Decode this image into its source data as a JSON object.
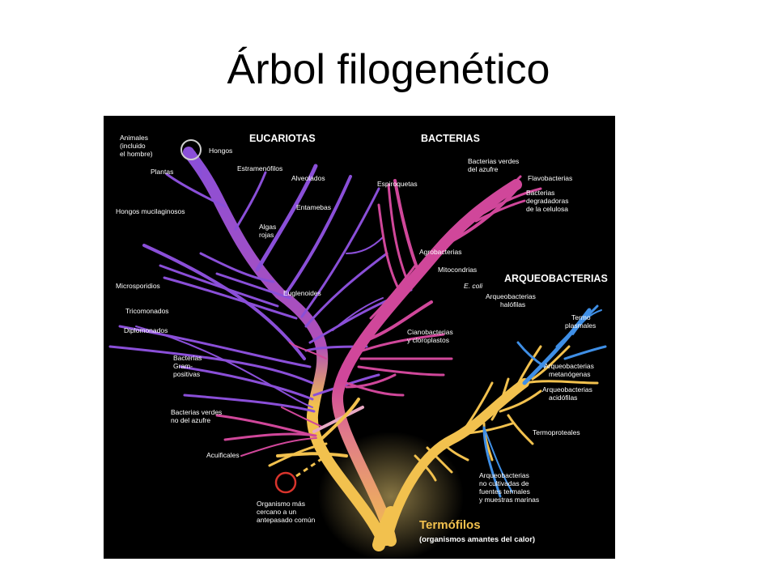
{
  "title": "Árbol filogenético",
  "headers": {
    "eucariotas": "EUCARIOTAS",
    "bacterias": "BACTERIAS",
    "arqueobacterias": "ARQUEOBACTERIAS"
  },
  "eukaryote_labels": {
    "animales": [
      "Animales",
      "(incluido",
      "el hombre)"
    ],
    "hongos": "Hongos",
    "plantas": "Plantas",
    "estramenofilos": "Estramenófilos",
    "alveolados": "Alveolados",
    "entamebas": "Entamebas",
    "hongos_mucilaginosos": "Hongos mucilaginosos",
    "algas_rojas": [
      "Algas",
      "rojas"
    ],
    "microsporidios": "Microsporidios",
    "euglenoides": "Euglenoides",
    "tricomonados": "Tricomonados",
    "diplomonados": "Diplomonados"
  },
  "bacteria_labels": {
    "espiroquetas": "Espiroquetas",
    "bacterias_verdes_azufre": [
      "Bacterias verdes",
      "del azufre"
    ],
    "flavobacterias": "Flavobacterias",
    "degradadoras": [
      "Bacterias",
      "degradadoras",
      "de la celulosa"
    ],
    "agrobacterias": "Agrobacterias",
    "mitocondrias": "Mitocondrias",
    "ecoli": "E. coli",
    "cianobacterias": [
      "Cianobacterias",
      "y cloroplastos"
    ],
    "gram_positivas": [
      "Bacterias",
      "Gram-",
      "positivas"
    ],
    "verdes_no_azufre": [
      "Bacterias verdes",
      "no del azufre"
    ],
    "acuificales": "Acuificales"
  },
  "archaea_labels": {
    "halofilas": [
      "Arqueobacterias",
      "halófilas"
    ],
    "termoplasmales": [
      "Termo",
      "plasmales"
    ],
    "metanogenas": [
      "Arqueobacterias",
      "metanógenas"
    ],
    "acidofilas": [
      "Arqueobacterias",
      "acidófilas"
    ],
    "termoproteales": "Termoproteales",
    "no_cultivadas": [
      "Arqueobacterias",
      "no cultivadas de",
      "fuentes termales",
      "y muestras marinas"
    ]
  },
  "root_labels": {
    "organismo": [
      "Organismo más",
      "cercano a un",
      "antepasado común"
    ],
    "termofilos": "Termófilos",
    "termofilos_sub": "(organismos amantes del calor)"
  },
  "colors": {
    "eukaryote": "#8a4fd8",
    "bacteria": "#d0479a",
    "archaea": "#3f8fe6",
    "thermophile": "#f2c14e",
    "marker": "#d8342c"
  }
}
